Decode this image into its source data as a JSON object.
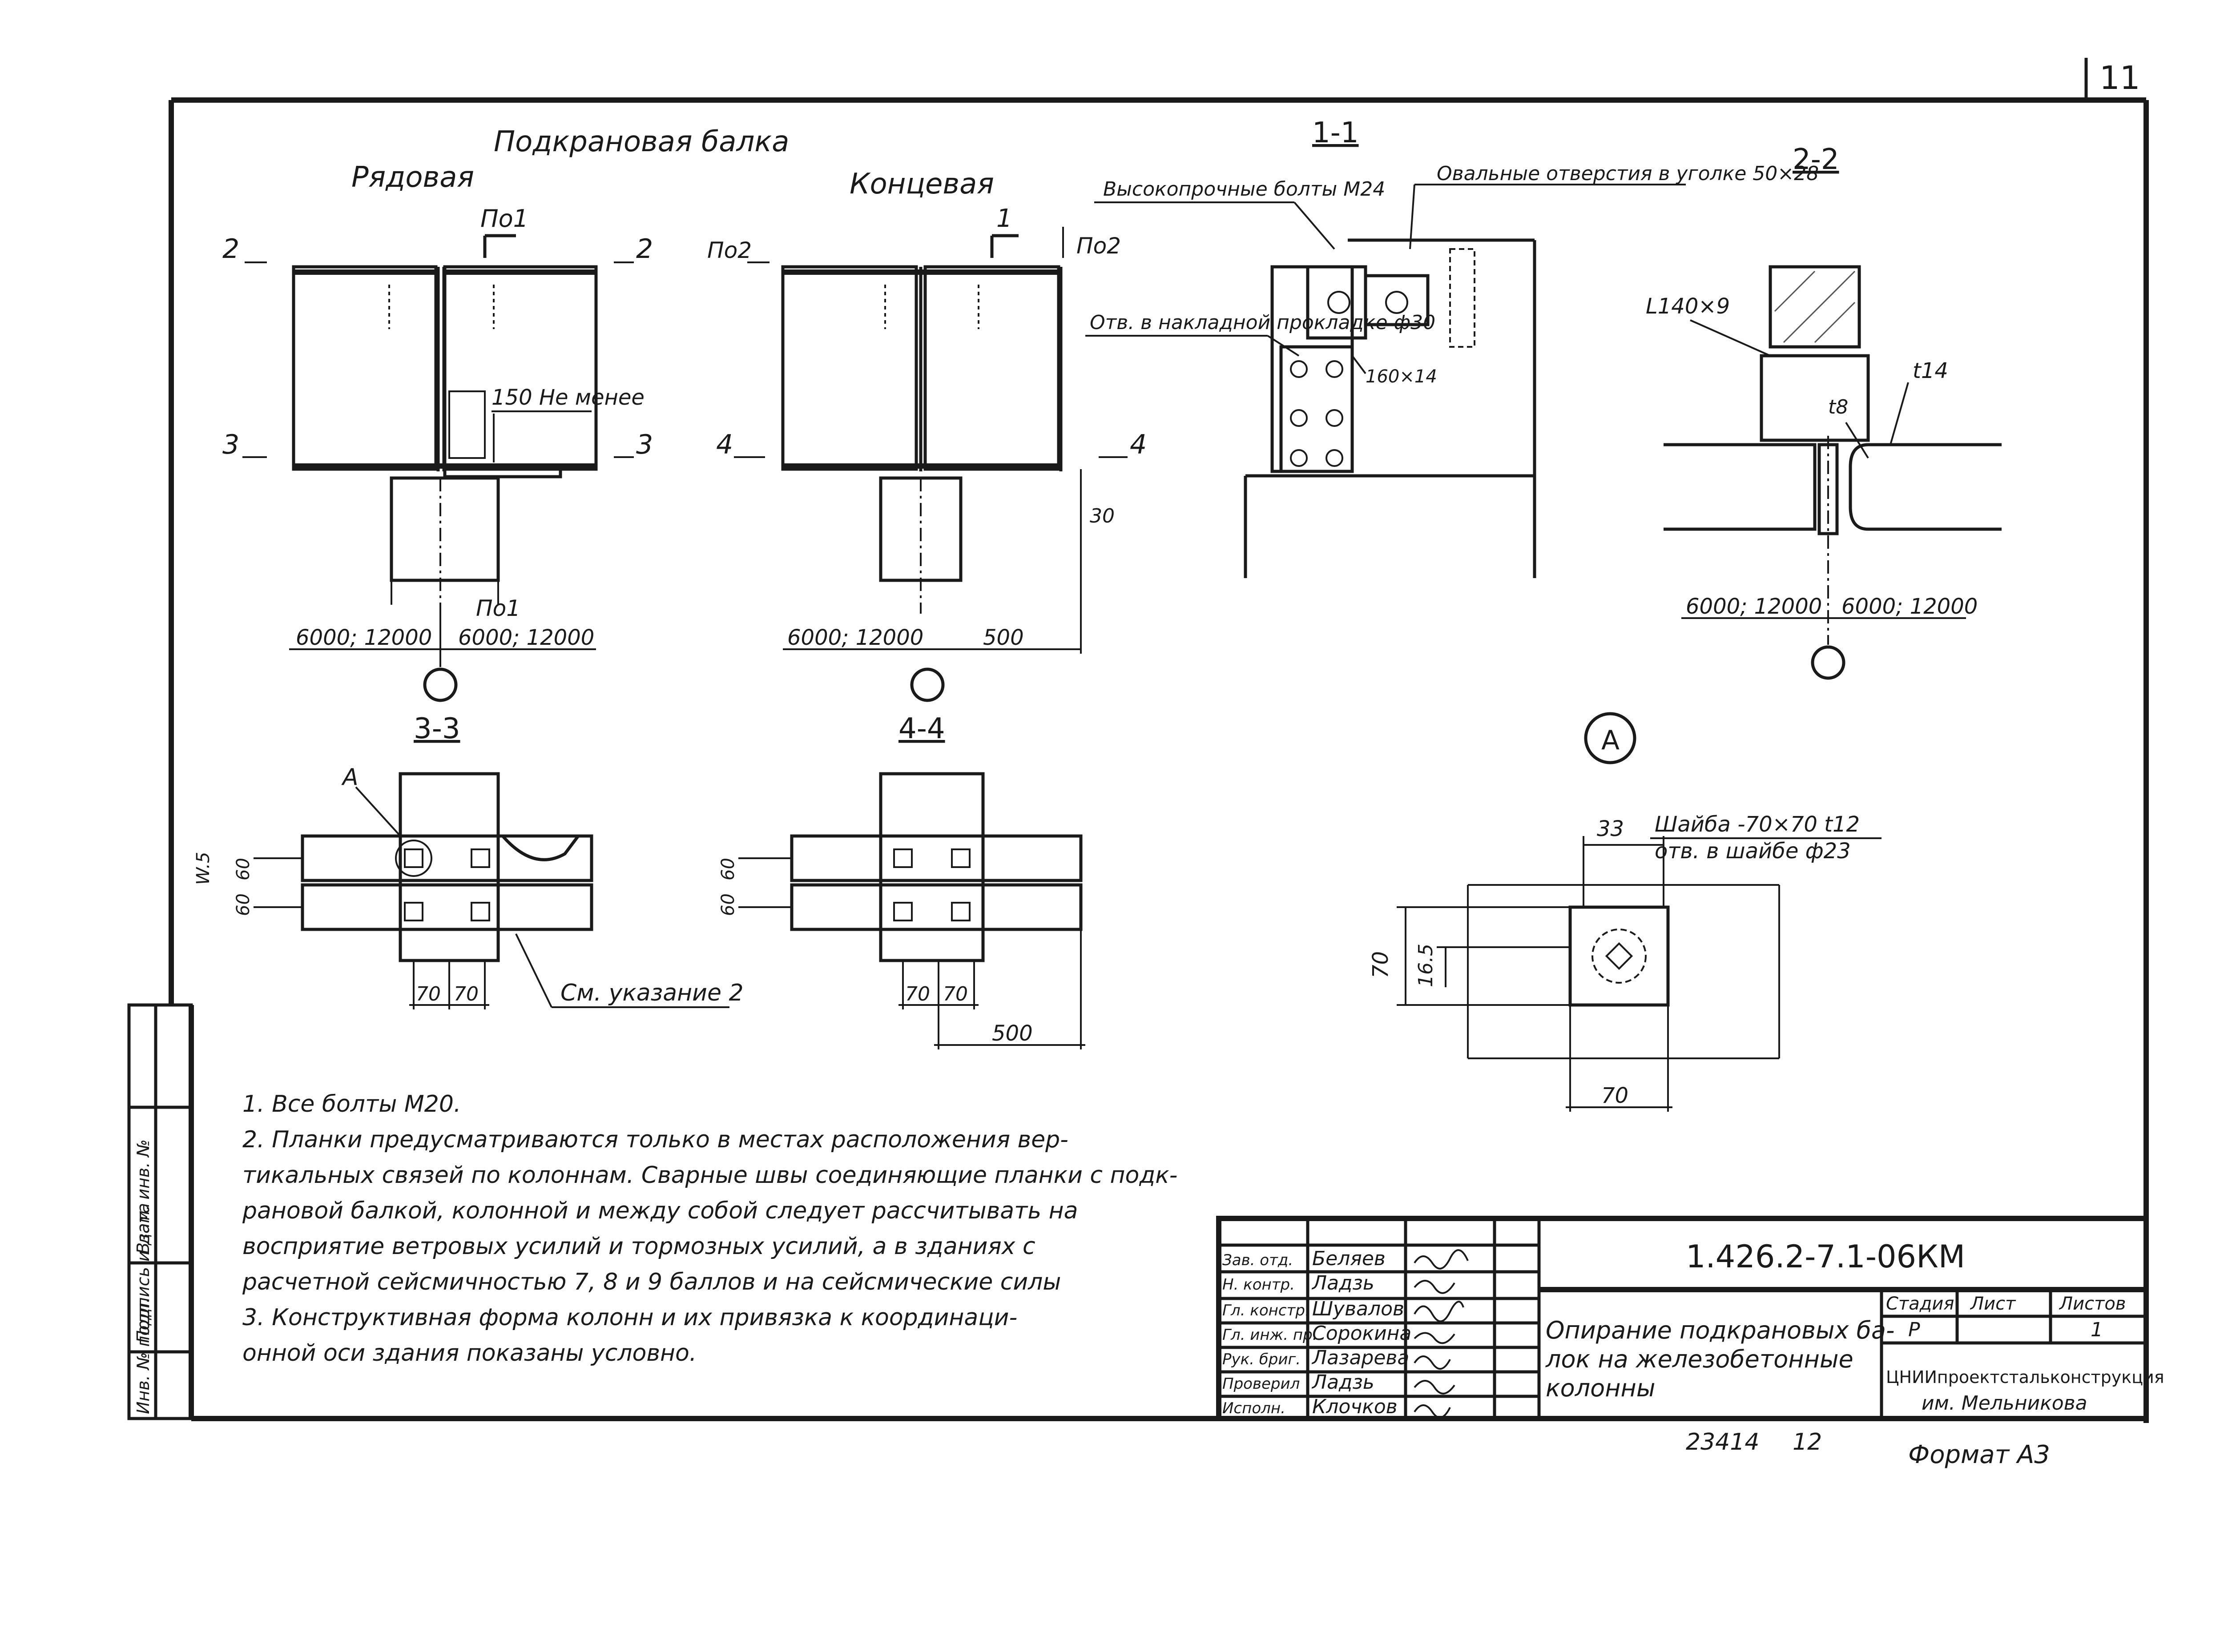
{
  "sheet": {
    "page_number": "11",
    "format_label": "Формат А3",
    "inventory_numbers": [
      "23414",
      "12"
    ]
  },
  "side_stamp": {
    "cells": [
      "Инв. № подл.",
      "Подпись и дата",
      "Взам. инв. №"
    ]
  },
  "views": {
    "header": "Подкрановая балка",
    "row_beam": {
      "title": "Рядовая",
      "section_marks": [
        "2",
        "2",
        "3",
        "3"
      ],
      "plank_mark": "По1",
      "plank_mark_bottom": "По1",
      "dim_note": "150 Не менее",
      "dims": [
        "6000; 12000",
        "6000; 12000"
      ]
    },
    "end_beam": {
      "title": "Концевая",
      "section_marks": [
        "1",
        "4",
        "4"
      ],
      "plank_marks": [
        "По2",
        "По2"
      ],
      "dims": [
        "6000; 12000",
        "500",
        "30"
      ]
    },
    "section_1_1": {
      "title": "1-1",
      "labels": [
        "Высокопрочные болты М24",
        "Овальные отверстия в уголке 50×28",
        "Отв. в накладной прокладке ф30",
        "160×14"
      ]
    },
    "section_2_2": {
      "title": "2-2",
      "labels": [
        "L140×9",
        "t14",
        "t8"
      ],
      "dims": [
        "6000; 12000",
        "6000; 12000"
      ]
    },
    "section_3_3": {
      "title": "3-3",
      "callout": "А",
      "note": "См. указание 2",
      "dims": [
        "70",
        "70",
        "60",
        "60",
        "W.5"
      ]
    },
    "section_4_4": {
      "title": "4-4",
      "dims": [
        "70",
        "70",
        "500",
        "60",
        "60"
      ]
    },
    "detail_A": {
      "label": "А",
      "labels": [
        "Шайба -70×70 t12",
        "отв. в шайбе ф23"
      ],
      "dims": [
        "33",
        "70",
        "16.5",
        "70"
      ]
    }
  },
  "notes": [
    "1. Все болты М20.",
    "2. Планки предусматриваются только в местах расположения вер-",
    "тикальных связей по колоннам. Сварные швы соединяющие планки с подк-",
    "рановой балкой, колонной и между собой следует рассчитывать на",
    "восприятие ветровых усилий и тормозных усилий, а в зданиях с",
    "расчетной сейсмичностью 7, 8 и 9 баллов и на сейсмические силы",
    "3. Конструктивная форма колонн и их привязка к координаци-",
    "онной оси здания показаны условно."
  ],
  "title_block": {
    "doc_code": "1.426.2-7.1-06КМ",
    "title_lines": [
      "Опирание подкрановых ба-",
      "лок на железобетонные",
      "колонны"
    ],
    "stage_header": "Стадия",
    "sheet_header": "Лист",
    "sheets_header": "Листов",
    "stage": "Р",
    "sheets_total": "1",
    "org_line1": "ЦНИИпроектстальконструкция",
    "org_line2": "им. Мельникова",
    "roles": [
      {
        "role": "Зав. отд.",
        "name": "Беляев"
      },
      {
        "role": "Н. контр.",
        "name": "Ладзь"
      },
      {
        "role": "Гл. констр.",
        "name": "Шувалов"
      },
      {
        "role": "Гл. инж. пр.",
        "name": "Сорокина"
      },
      {
        "role": "Рук. бриг.",
        "name": "Лазарева"
      },
      {
        "role": "Проверил",
        "name": "Ладзь"
      },
      {
        "role": "Исполн.",
        "name": "Клочков"
      }
    ]
  }
}
